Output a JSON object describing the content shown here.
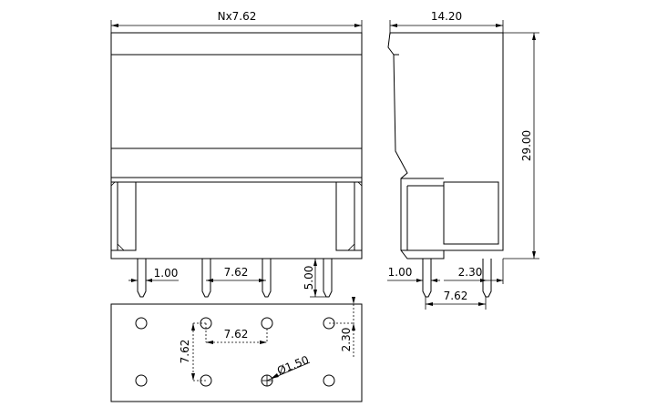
{
  "front_view": {
    "width_label": "Nx7.62",
    "pin_diameter_label": "1.00",
    "pin_pitch_label": "7.62",
    "pin_length_label": "5.00"
  },
  "side_view": {
    "width_label": "14.20",
    "height_label": "29.00",
    "pin_diameter_label": "1.00",
    "pin_offset_label": "2.30",
    "pin_pitch_label": "7.62"
  },
  "footprint": {
    "row_pitch_label": "7.62",
    "column_pitch_label": "7.62",
    "edge_offset_label": "2.30",
    "hole_diameter_label": "Ø1.50"
  }
}
